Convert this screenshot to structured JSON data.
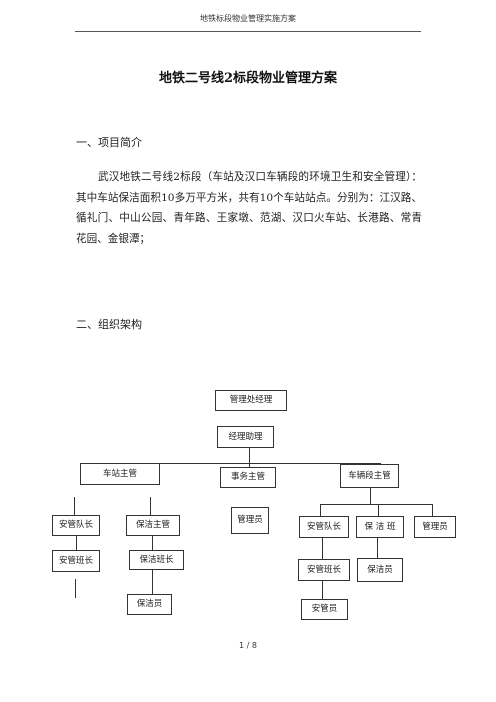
{
  "header": {
    "text": "地铁标段物业管理实施方案"
  },
  "title": "地铁二号线2标段物业管理方案",
  "section1": {
    "heading": "一、项目简介",
    "paragraph": "武汉地铁二号线2标段（车站及汉口车辆段的环境卫生和安全管理）：其中车站保洁面积10多万平方米，共有10个车站站点。分别为：江汉路、循礼门、中山公园、青年路、王家墩、范湖、汉口火车站、长港路、常青花园、金银潭；"
  },
  "section2": {
    "heading": "二、组织架构"
  },
  "org": {
    "top": "管理处经理",
    "assistant": "经理助理",
    "station_supervisor": "车站主管",
    "affairs_supervisor": "事务主管",
    "depot_supervisor": "车辆段主管",
    "station_security_captain": "安管队长",
    "station_cleaning_supervisor": "保洁主管",
    "affairs_admin": "管理员",
    "depot_security_captain": "安管队长",
    "depot_cleaning_team": "保 洁 班",
    "depot_admin": "管理员",
    "station_security_squad_leader": "安管班长",
    "station_cleaning_squad_leader": "保洁班长",
    "depot_security_squad_leader": "安管班长",
    "depot_cleaner": "保洁员",
    "station_cleaner": "保洁员",
    "depot_security_guard": "安管员"
  },
  "footer": {
    "page": "1 / 8"
  }
}
